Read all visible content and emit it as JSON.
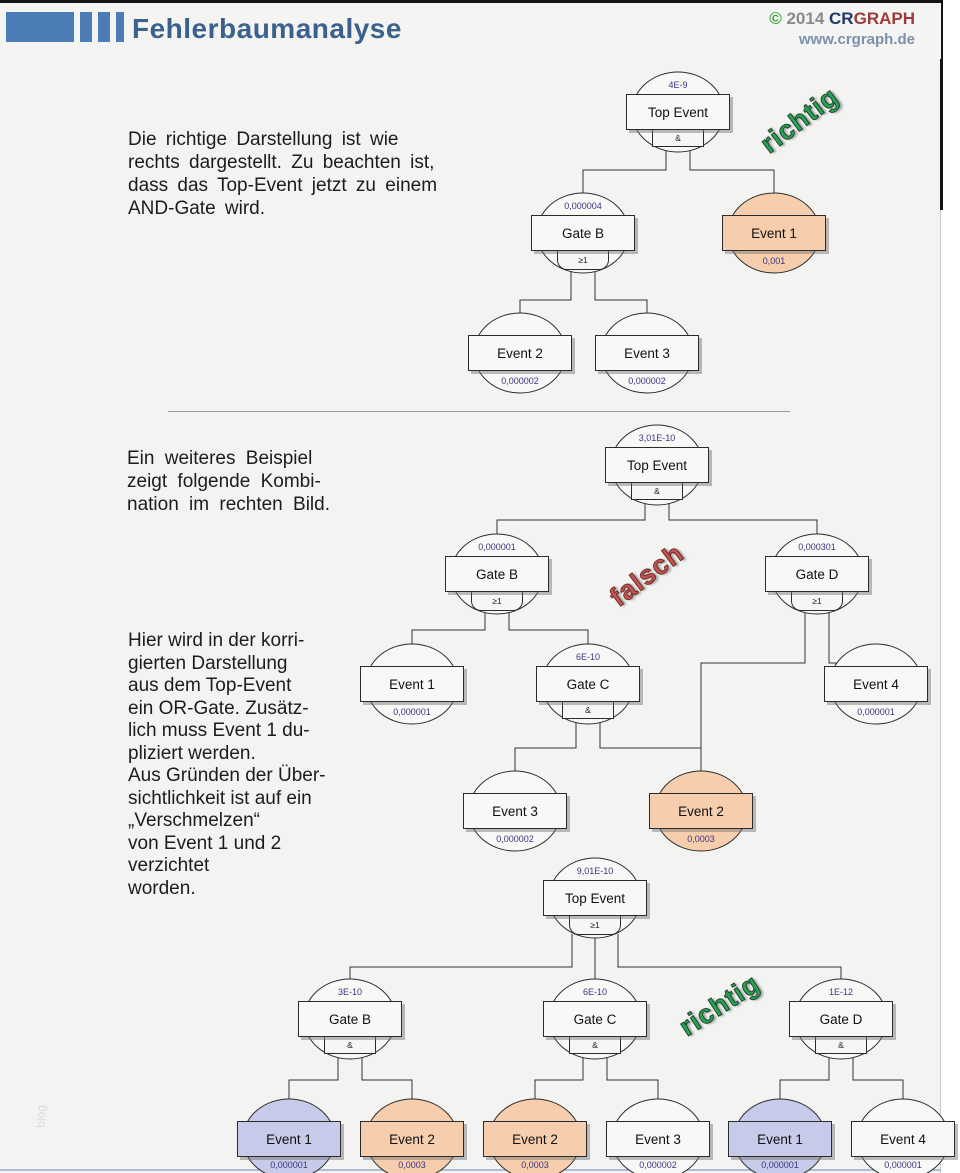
{
  "header": {
    "title": "Fehlerbaumanalyse",
    "copyright": {
      "symbol": "©",
      "year": "2014",
      "brand_cr": "CR",
      "brand_graph": "GRAPH"
    },
    "website": "www.crgraph.de"
  },
  "paragraphs": {
    "p1": "Die richtige Darstellung ist wie\nrechts dargestellt. Zu beachten ist,\ndass das Top-Event jetzt zu einem\nAND-Gate wird.",
    "p2": "Ein weiteres Beispiel\nzeigt folgende Kombi-\nnation im rechten Bild.",
    "p3": "Hier wird in der korri-\ngierten Darstellung\naus dem Top-Event\nein OR-Gate. Zusätz-\nlich muss Event 1 du-\npliziert werden.\nAus Gründen der Über-\nsichtlichkeit ist auf ein\n„Verschmelzen“\nvon Event 1 und 2\nverzichtet\nworden."
  },
  "annotations": {
    "richtig1": "richtig",
    "falsch": "falsch",
    "richtig2": "richtig",
    "watermark": "blog"
  },
  "colors": {
    "logo_blue": "#4d7db6",
    "title_blue": "#3b618e",
    "event_orange": "#f6cead",
    "event_blue": "#c7cae8",
    "richtig_green": "#25a455",
    "falsch_red": "#c2564f",
    "value_indigo": "#3c3482"
  },
  "trees": {
    "t1": {
      "top": {
        "label": "Top Event",
        "value": "4E-9",
        "gate": "&"
      },
      "gate_b": {
        "label": "Gate B",
        "value": "0,000004",
        "gate": "≥1"
      },
      "event_1": {
        "label": "Event 1",
        "value": "0,001"
      },
      "event_2": {
        "label": "Event 2",
        "value": "0,000002"
      },
      "event_3": {
        "label": "Event 3",
        "value": "0,000002"
      }
    },
    "t2": {
      "top": {
        "label": "Top Event",
        "value": "3,01E-10",
        "gate": "&"
      },
      "gate_b": {
        "label": "Gate B",
        "value": "0,000001",
        "gate": "≥1"
      },
      "gate_d": {
        "label": "Gate D",
        "value": "0,000301",
        "gate": "≥1"
      },
      "event_1": {
        "label": "Event 1",
        "value": "0,000001"
      },
      "gate_c": {
        "label": "Gate C",
        "value": "6E-10",
        "gate": "&"
      },
      "event_4": {
        "label": "Event 4",
        "value": "0,000001"
      },
      "event_3": {
        "label": "Event 3",
        "value": "0,000002"
      },
      "event_2": {
        "label": "Event 2",
        "value": "0,0003"
      }
    },
    "t3": {
      "top": {
        "label": "Top Event",
        "value": "9,01E-10",
        "gate": "≥1"
      },
      "gate_b": {
        "label": "Gate B",
        "value": "3E-10",
        "gate": "&"
      },
      "gate_c": {
        "label": "Gate C",
        "value": "6E-10",
        "gate": "&"
      },
      "gate_d": {
        "label": "Gate D",
        "value": "1E-12",
        "gate": "&"
      },
      "event_1a": {
        "label": "Event 1",
        "value": "0,000001"
      },
      "event_2a": {
        "label": "Event 2",
        "value": "0,0003"
      },
      "event_2b": {
        "label": "Event 2",
        "value": "0,0003"
      },
      "event_3": {
        "label": "Event 3",
        "value": "0,000002"
      },
      "event_1b": {
        "label": "Event 1",
        "value": "0,000001"
      },
      "event_4": {
        "label": "Event 4",
        "value": "0,000001"
      }
    }
  }
}
